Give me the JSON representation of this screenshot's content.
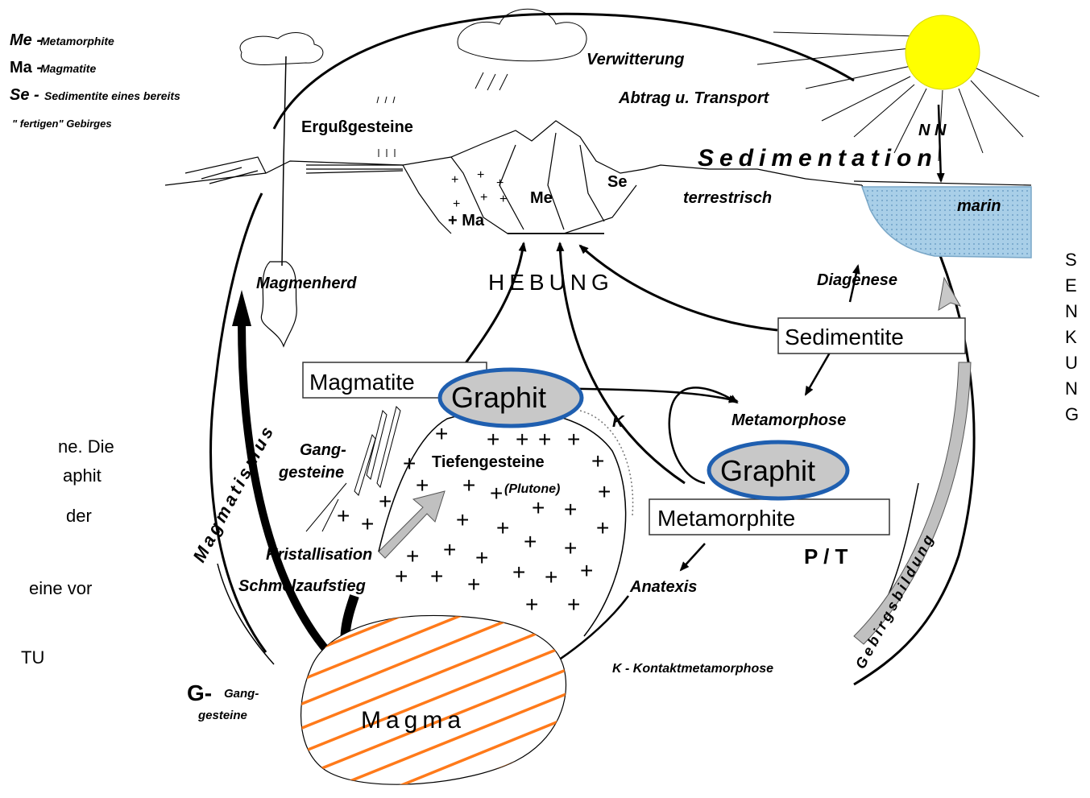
{
  "legend": {
    "me_abbr": "Me -",
    "me_text": "Metamorphite",
    "ma_abbr": "Ma -",
    "ma_text": "Magmatite",
    "se_abbr": "Se -",
    "se_text": "Sedimentite eines bereits",
    "se_text2": "\" fertigen\"  Gebirges"
  },
  "labels": {
    "verwitterung": "Verwitterung",
    "abtrag": "Abtrag u. Transport",
    "ergussgesteine": "Ergußgesteine",
    "sedimentation": "Sedimentation",
    "nn": "N N",
    "se": "Se",
    "me": "Me",
    "ma": "+ Ma",
    "terrestrisch": "terrestrisch",
    "marin": "marin",
    "hebung": "HEBUNG",
    "magmenherd": "Magmenherd",
    "diagenese": "Diagenese",
    "sedimentite": "Sedimentite",
    "magmatite": "Magmatite",
    "graphit_1": "Graphit",
    "graphit_2": "Graphit",
    "metamorphose": "Metamorphose",
    "k": "K",
    "ganggesteine_1": "Gang-",
    "ganggesteine_2": "gesteine",
    "tiefengesteine": "Tiefengesteine",
    "plutone": "(Plutone)",
    "metamorphite": "Metamorphite",
    "pt": "P / T",
    "magmatismus": "Magmatismus",
    "kristallisation": "Kristallisation",
    "schmelzaufstieg": "Schmelzaufstieg",
    "anatexis": "Anatexis",
    "gebirgsbildung": "Gebirgsbildung",
    "kontakt": "K - Kontaktmetamorphose",
    "g_abbr": "G-",
    "g_text1": "Gang-",
    "g_text2": "gesteine",
    "magma": "Magma",
    "senkung": "SENKUNG"
  },
  "side_text": {
    "line1": "ne. Die",
    "line2": "aphit",
    "line3": "der",
    "line4": "eine vor",
    "line5": "TU"
  },
  "colors": {
    "sun": "#ffff00",
    "sea": "#a9cfe8",
    "graphit_fill": "#c8c8c8",
    "graphit_ring": "#1f5fb0",
    "magma_hatch": "#ff7a1a",
    "arrow_gray": "#c0c0c0"
  }
}
